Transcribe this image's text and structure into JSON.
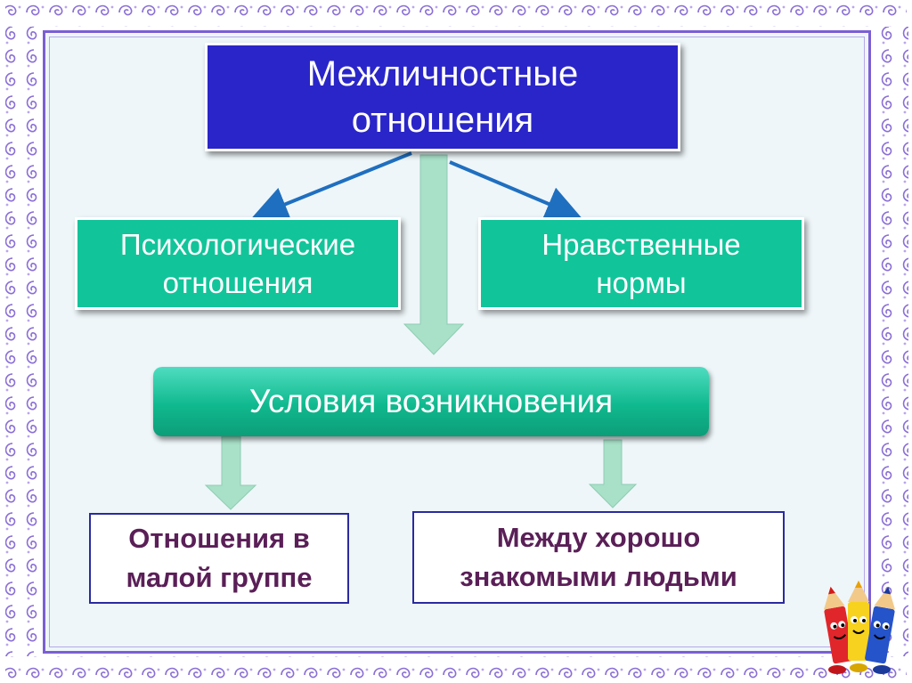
{
  "diagram": {
    "title": {
      "line1": "Межличностные",
      "line2": "отношения"
    },
    "left_branch": {
      "line1": "Психологические",
      "line2": "отношения"
    },
    "right_branch": {
      "line1": "Нравственные",
      "line2": "нормы"
    },
    "center": {
      "label": "Условия возникновения"
    },
    "bottom_left": {
      "line1": "Отношения в",
      "line2": "малой группе"
    },
    "bottom_right": {
      "line1": "Между хорошо",
      "line2": "знакомыми людьми"
    }
  },
  "colors": {
    "title_bg": "#2a25c8",
    "teal": "#12c49a",
    "bottom_text": "#5a1f57",
    "arrow_blue": "#1f6fc0",
    "arrow_green": "#a8e0c8",
    "frame": "#7b5fd4"
  },
  "decorations": [
    "pencils-mascot-icon"
  ]
}
